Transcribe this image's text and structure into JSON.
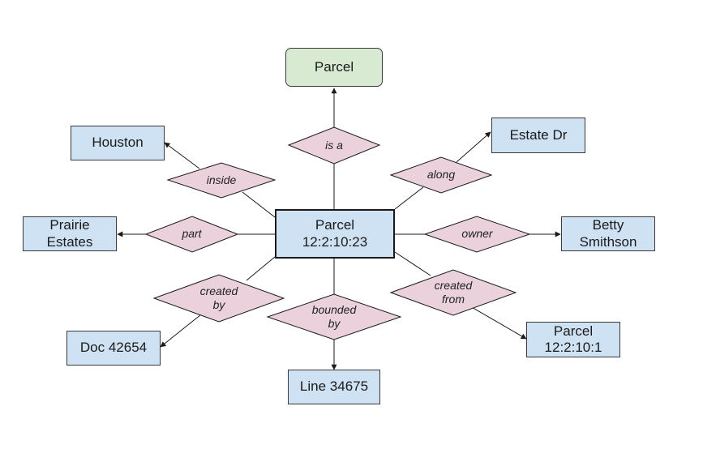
{
  "nodes": {
    "root": "Parcel",
    "center": "Parcel\n12:2:10:23",
    "houston": "Houston",
    "estate_dr": "Estate Dr",
    "prairie_estates": "Prairie\nEstates",
    "betty_smithson": "Betty\nSmithson",
    "doc": "Doc 42654",
    "line": "Line 34675",
    "parcel_source": "Parcel\n12:2:10:1"
  },
  "relations": {
    "is_a": "is a",
    "inside": "inside",
    "along": "along",
    "part": "part",
    "owner": "owner",
    "created_by": "created\nby",
    "bounded_by": "bounded\nby",
    "created_from": "created\nfrom"
  },
  "colors": {
    "entity_fill": "#cfe2f3",
    "root_fill": "#d9ead3",
    "relation_fill": "#ead1dc",
    "stroke": "#1a1a1a"
  }
}
